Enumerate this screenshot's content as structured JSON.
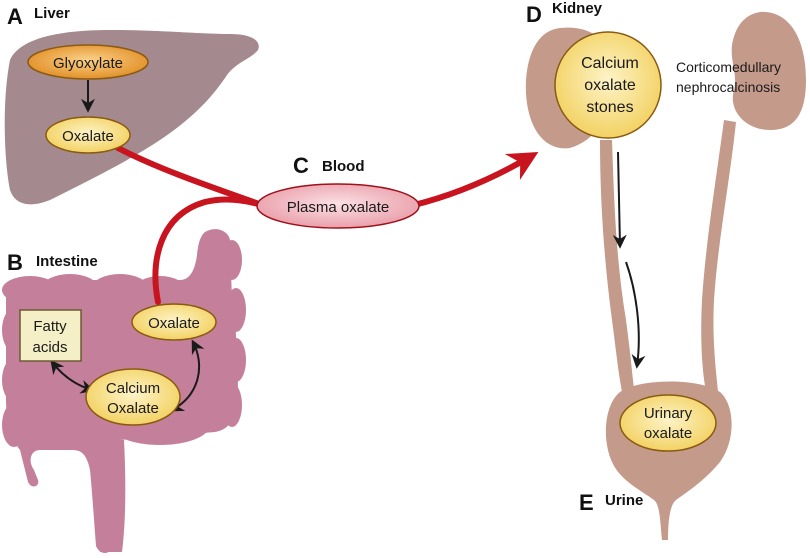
{
  "colors": {
    "liver": "#a48a8e",
    "intestine": "#c4809a",
    "kidney": "#c49a8a",
    "blood": "#c8141e",
    "node_fill": "#f7df8a",
    "node_stroke": "#8a5a10",
    "glyoxylate_fill": "#f0a040",
    "plasma_fill": "#f0b8c0",
    "plasma_stroke": "#a0101a",
    "fatty_fill": "#f5efc8"
  },
  "sections": {
    "liver": {
      "letter": "A",
      "title": "Liver"
    },
    "intestine": {
      "letter": "B",
      "title": "Intestine"
    },
    "blood": {
      "letter": "C",
      "title": "Blood"
    },
    "kidney": {
      "letter": "D",
      "title": "Kidney"
    },
    "urine": {
      "letter": "E",
      "title": "Urine"
    }
  },
  "nodes": {
    "glyoxylate": "Glyoxylate",
    "liver_oxalate": "Oxalate",
    "plasma_oxalate": "Plasma oxalate",
    "intestine_oxalate": "Oxalate",
    "fatty_acids": [
      "Fatty",
      "acids"
    ],
    "calcium_oxalate": [
      "Calcium",
      "Oxalate"
    ],
    "stones": [
      "Calcium",
      "oxalate",
      "stones"
    ],
    "nephrocalcinosis": [
      "Corticomedullary",
      "nephrocalcinosis"
    ],
    "urinary_oxalate": [
      "Urinary",
      "oxalate"
    ]
  }
}
